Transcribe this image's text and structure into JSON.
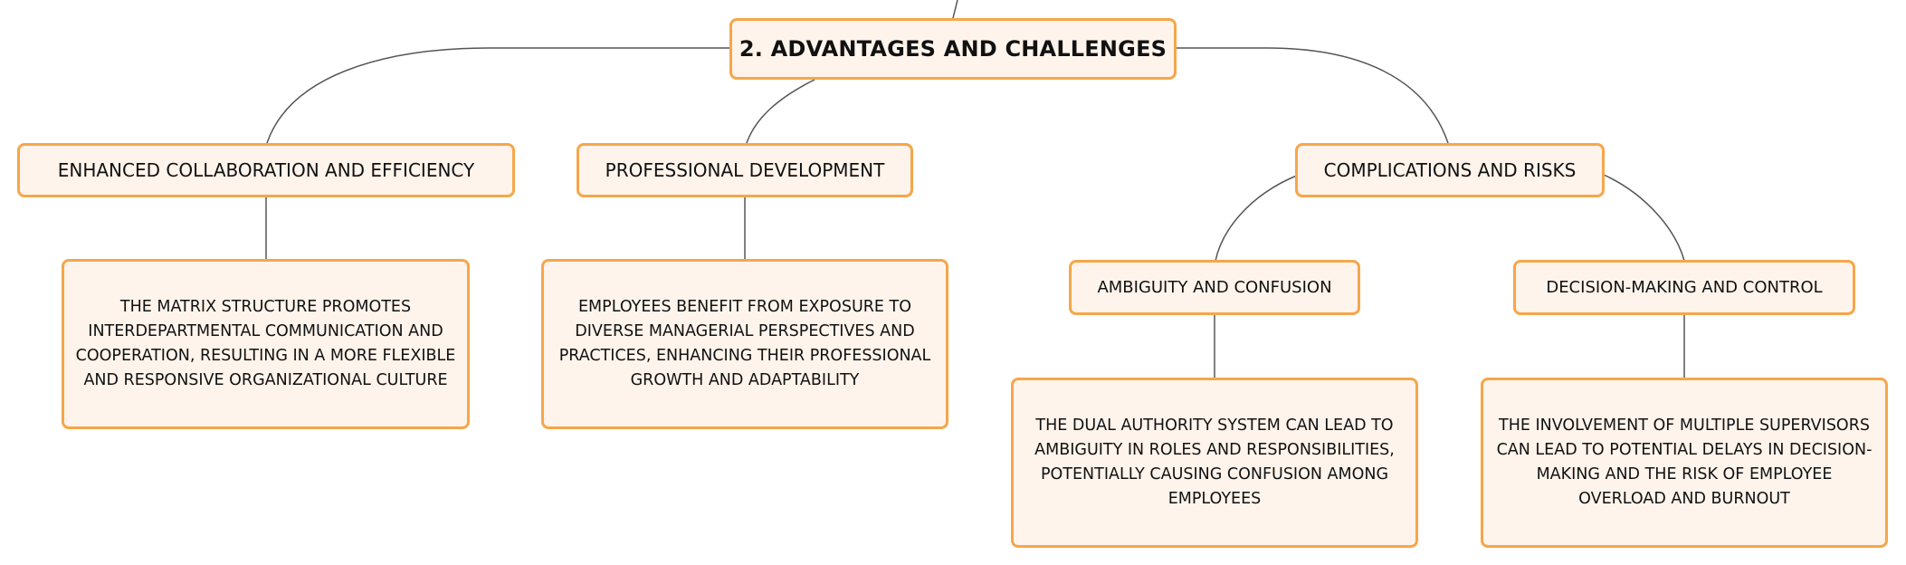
{
  "colors": {
    "node_fill": "#fff4ec",
    "node_border": "#f6a64a",
    "line": "#555555",
    "text": "#111111"
  },
  "root": {
    "label": "2. ADVANTAGES AND CHALLENGES"
  },
  "branches": [
    {
      "label": "ENHANCED COLLABORATION AND EFFICIENCY",
      "detail": "THE MATRIX STRUCTURE PROMOTES INTERDEPARTMENTAL COMMUNICATION AND COOPERATION, RESULTING IN A MORE FLEXIBLE AND RESPONSIVE ORGANIZATIONAL CULTURE"
    },
    {
      "label": "PROFESSIONAL DEVELOPMENT",
      "detail": "EMPLOYEES BENEFIT FROM EXPOSURE TO DIVERSE MANAGERIAL PERSPECTIVES AND PRACTICES, ENHANCING THEIR PROFESSIONAL GROWTH AND ADAPTABILITY"
    },
    {
      "label": "COMPLICATIONS AND RISKS",
      "children": [
        {
          "label": "AMBIGUITY AND CONFUSION",
          "detail": "THE DUAL AUTHORITY SYSTEM CAN LEAD TO AMBIGUITY IN ROLES AND RESPONSIBILITIES, POTENTIALLY CAUSING CONFUSION AMONG EMPLOYEES"
        },
        {
          "label": "DECISION-MAKING AND CONTROL",
          "detail": "THE INVOLVEMENT OF MULTIPLE SUPERVISORS CAN LEAD TO POTENTIAL DELAYS IN DECISION-MAKING AND THE RISK OF EMPLOYEE OVERLOAD AND BURNOUT"
        }
      ]
    }
  ]
}
